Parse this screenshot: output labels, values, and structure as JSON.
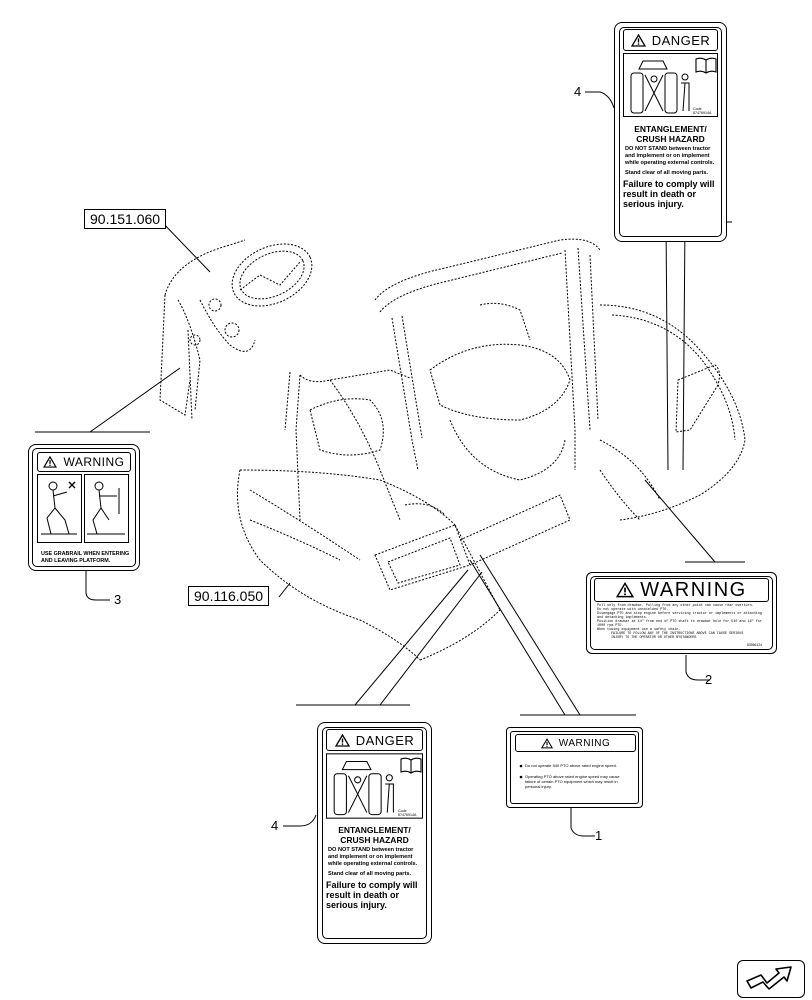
{
  "references": {
    "ref_top": "90.151.060",
    "ref_mid": "90.116.050"
  },
  "callouts": {
    "c1": "1",
    "c2": "2",
    "c3": "3",
    "c4_top": "4",
    "c4_bottom": "4"
  },
  "decal_danger": {
    "header": "DANGER",
    "code_small": "Code\n87476914A",
    "title": "ENTANGLEMENT/\nCRUSH HAZARD",
    "bullet1": "DO NOT STAND between tractor and implement or on implement while operating external controls.",
    "bullet2": "Stand clear of all moving parts.",
    "footer": "Failure to comply will result in death or serious injury."
  },
  "decal_warning_grab": {
    "header": "WARNING",
    "text": "USE GRABRAIL WHEN ENTERING AND LEAVING PLATFORM."
  },
  "decal_warning_wide": {
    "header": "WARNING",
    "lines": [
      "Pull only from drawbar. Pulling from any other point can cause rear overturn.",
      "Do not operate with unshielded PTO.",
      "Disengage PTO and stop engine before servicing tractor or implements or attaching",
      "and detaching implements.",
      "Position drawbar at 14\" from end of PTO shaft to drawbar hole for 540 and 16\" for",
      "1000 rpm PTO.",
      "When towing equipment use a safety chain.",
      "FAILURE TO FOLLOW ANY OF THE INSTRUCTIONS ABOVE CAN CAUSE SERIOUS",
      "INJURY TO THE OPERATOR OR OTHER BYSTANDERS"
    ],
    "code": "83956124"
  },
  "decal_warning_pto": {
    "header": "WARNING",
    "bullet1": "Do not operate 540 PTO above rated engine speed.",
    "bullet2": "Operating PTO above rated engine speed may cause failure of certain PTO equipment which may result in personal injury."
  },
  "icons": [
    "warning-triangle-icon",
    "operator-manual-icon",
    "navigation-arrow-icon"
  ]
}
